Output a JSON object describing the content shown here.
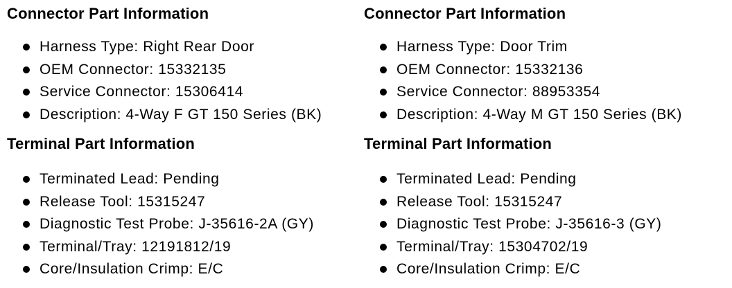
{
  "page": {
    "background_color": "#ffffff",
    "text_color": "#000000"
  },
  "columns": [
    {
      "sections": [
        {
          "heading": "Connector Part Information",
          "items": [
            "Harness Type: Right Rear Door",
            "OEM Connector: 15332135",
            "Service Connector: 15306414",
            "Description: 4-Way F GT 150 Series (BK)"
          ]
        },
        {
          "heading": "Terminal Part Information",
          "items": [
            "Terminated Lead: Pending",
            "Release Tool: 15315247",
            "Diagnostic Test Probe: J-35616-2A (GY)",
            "Terminal/Tray: 12191812/19",
            "Core/Insulation Crimp: E/C"
          ]
        }
      ]
    },
    {
      "sections": [
        {
          "heading": "Connector Part Information",
          "items": [
            "Harness Type: Door Trim",
            "OEM Connector: 15332136",
            "Service Connector: 88953354",
            "Description: 4-Way M GT 150 Series (BK)"
          ]
        },
        {
          "heading": "Terminal Part Information",
          "items": [
            "Terminated Lead: Pending",
            "Release Tool: 15315247",
            "Diagnostic Test Probe: J-35616-3 (GY)",
            "Terminal/Tray: 15304702/19",
            "Core/Insulation Crimp: E/C"
          ]
        }
      ]
    }
  ]
}
